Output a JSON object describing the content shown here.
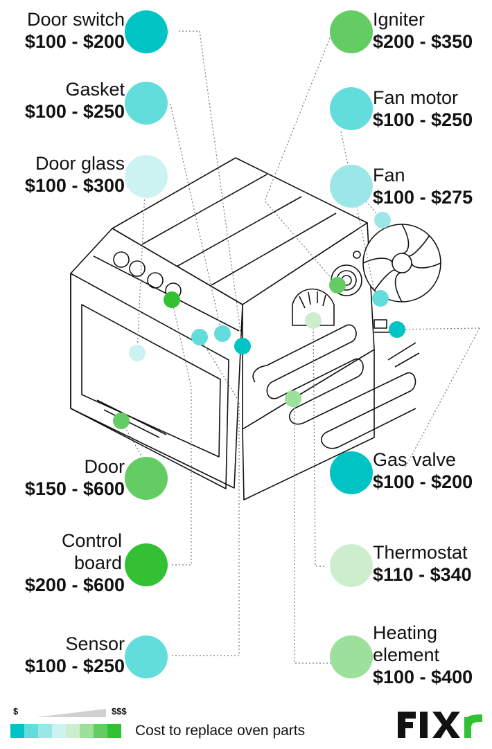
{
  "parts": [
    {
      "name": "Door switch",
      "price": "$100 - $200",
      "color": "#00c4c4"
    },
    {
      "name": "Gasket",
      "price": "$100 - $250",
      "color": "#63dcdc"
    },
    {
      "name": "Door glass",
      "price": "$100 - $300",
      "color": "#cdf2f2"
    },
    {
      "name": "Door",
      "price": "$150 - $600",
      "color": "#63cd63"
    },
    {
      "name": "Control board",
      "price": "$200 - $600",
      "color": "#33c133"
    },
    {
      "name": "Sensor",
      "price": "$100 - $250",
      "color": "#63dcdc"
    },
    {
      "name": "Igniter",
      "price": "$200 - $350",
      "color": "#63cd63"
    },
    {
      "name": "Fan motor",
      "price": "$100 - $250",
      "color": "#63dcdc"
    },
    {
      "name": "Fan",
      "price": "$100 - $275",
      "color": "#9be6e6"
    },
    {
      "name": "Gas valve",
      "price": "$100 - $200",
      "color": "#00c4c4"
    },
    {
      "name": "Thermostat",
      "price": "$110 - $340",
      "color": "#cdeecd"
    },
    {
      "name": "Heating element",
      "price": "$100 - $400",
      "color": "#9be09b"
    }
  ],
  "legend": {
    "low": "$",
    "high": "$$$",
    "caption": "Cost to replace oven parts",
    "scale_colors": [
      "#00c4c4",
      "#63dcdc",
      "#9be6e6",
      "#cdf2f2",
      "#cdeecd",
      "#9be09b",
      "#63cd63",
      "#33c133"
    ]
  },
  "brand": {
    "logo_text": "FIXr",
    "accent": "#33c133"
  }
}
